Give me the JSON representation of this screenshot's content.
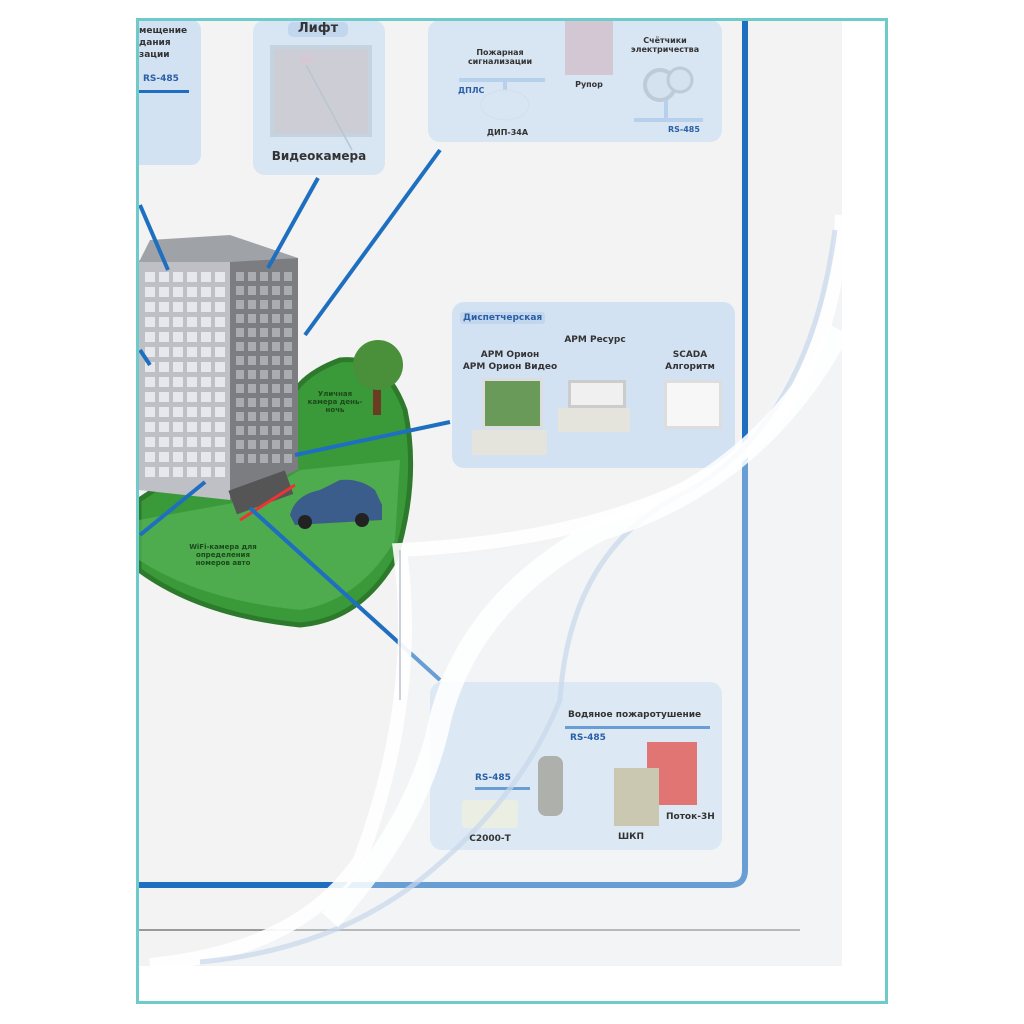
{
  "poster": {
    "left_panel": {
      "lines": [
        "мещение",
        "дания",
        "зации"
      ],
      "bus": "RS-485"
    },
    "lift_panel": {
      "title": "Лифт",
      "caption": "Видеокамера"
    },
    "fire_panel": {
      "fire_alarm": "Пожарная сигнализации",
      "bus_dpls": "ДПЛС",
      "detector": "ДИП-34А",
      "siren": "Рупор",
      "meters": "Счётчики электричества",
      "bus_rs485": "RS-485"
    },
    "dispatch_panel": {
      "title": "Диспетчерская",
      "arm_orion": "АРМ Орион",
      "arm_orion_video": "АРМ Орион Видео",
      "arm_resurs": "АРМ Ресурс",
      "scada": "SCADA",
      "algoritm": "Алгоритм"
    },
    "site": {
      "street_camera": "Уличная камера день-ночь",
      "wifi_camera": "WiFi-камера для определения номеров авто"
    },
    "bottom_panel": {
      "water": "Водяное пожаротушение",
      "bus_rs485_a": "RS-485",
      "bus_rs485_b": "RS-485",
      "c2000": "С2000-Т",
      "shkp": "ШКП",
      "potok": "Поток-3Н"
    }
  },
  "colors": {
    "frame": "#6fcaca",
    "poster_blue": "#1f6fc0",
    "panel": "#d2e2f2",
    "lawn": "#3a9a3a"
  }
}
